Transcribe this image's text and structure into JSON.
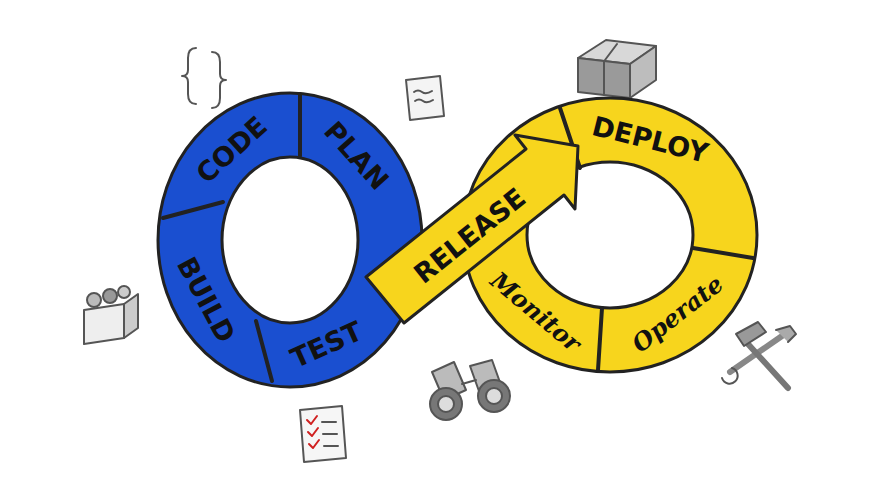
{
  "diagram": {
    "nodes": [
      {
        "text": [
          "PLAN"
        ]
      },
      {
        "text": [
          "CODE"
        ]
      },
      {
        "text": [
          "BUILD"
        ]
      },
      {
        "text": [
          "TEST"
        ]
      },
      {
        "text": [
          "RELEASE"
        ]
      },
      {
        "text": [
          "DEPLOY"
        ]
      },
      {
        "text": [
          "Operate"
        ]
      },
      {
        "text": [
          "Monitor"
        ]
      }
    ]
  }
}
